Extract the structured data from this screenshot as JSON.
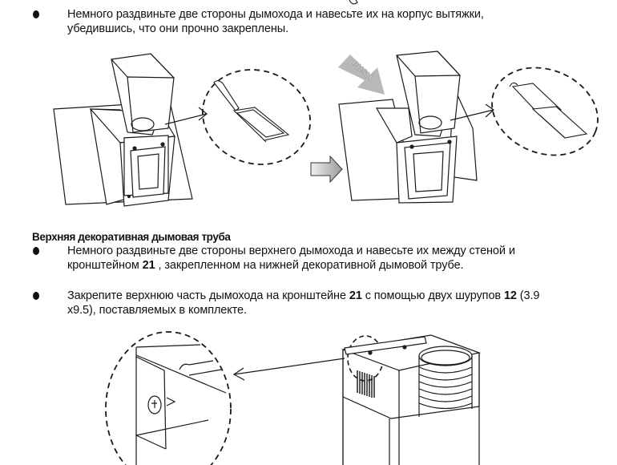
{
  "section1": {
    "bullet1": {
      "line1": "Немного раздвиньте две стороны дымохода и навесьте их на корпус вытяжки,",
      "line2": "убедившись, что они прочно закреплены."
    },
    "push_label": "PUSH"
  },
  "section2": {
    "heading": "Верхняя декоративная дымовая труба",
    "bullet1": {
      "line1": "Немного раздвиньте две стороны верхнего дымохода и навесьте их между стеной и",
      "line2_pre": "кронштейном ",
      "line2_bold": "21",
      "line2_post": " , закрепленном на нижней декоративной дымовой трубе."
    },
    "bullet2": {
      "line1_pre": "Закрепите верхнюю часть дымохода на кронштейне ",
      "line1_bold1": "21",
      "line1_mid": " с помощью двух шурупов ",
      "line1_bold2": "12",
      "line1_post": " (3.9",
      "line2": "x9.5), поставляемых в комплекте."
    }
  },
  "colors": {
    "text": "#111111",
    "push_arrow": "#b8b8b8",
    "line": "#1a1a1a"
  }
}
